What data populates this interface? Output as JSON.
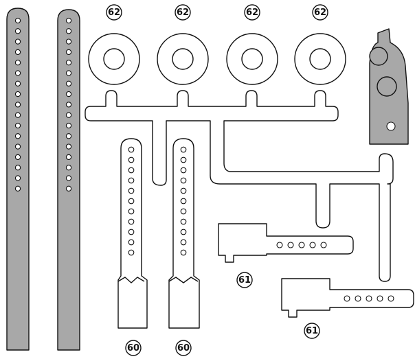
{
  "labels": {
    "washer": "62",
    "arm": "60",
    "horn": "61"
  },
  "colors": {
    "gray_part": "#a8a8a8",
    "white_part": "#ffffff",
    "outline": "#111111"
  }
}
